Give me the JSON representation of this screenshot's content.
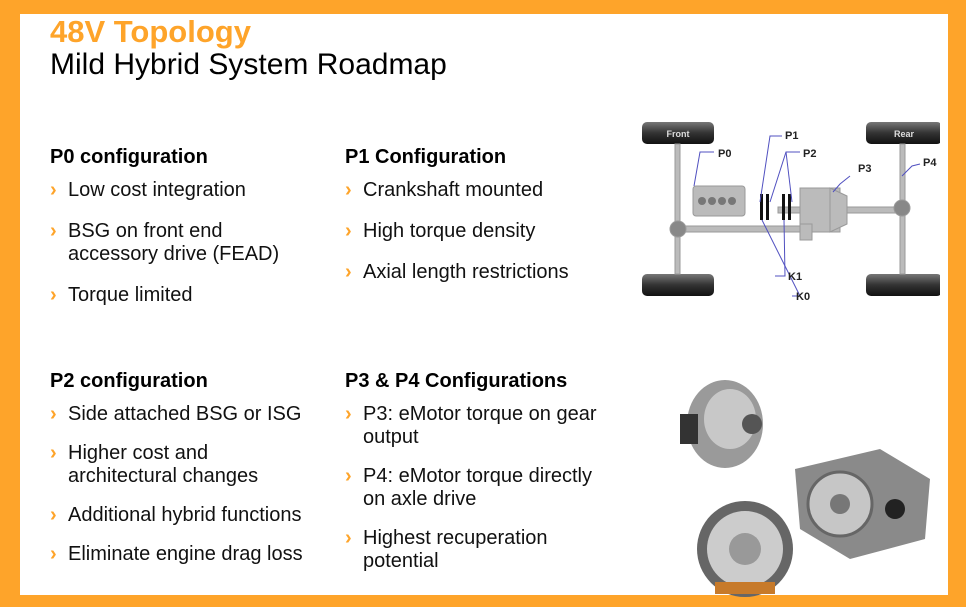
{
  "title": "48V Topology",
  "subtitle": "Mild Hybrid System Roadmap",
  "sections": [
    {
      "heading": "P0 configuration",
      "bullets": [
        "Low cost integration",
        "BSG on front end accessory drive (FEAD)",
        "Torque limited"
      ]
    },
    {
      "heading": "P1 Configuration",
      "bullets": [
        "Crankshaft mounted",
        "High torque density",
        "Axial length restrictions"
      ]
    },
    {
      "heading": "P2 configuration",
      "bullets": [
        "Side attached BSG or ISG",
        "Higher cost and architectural changes",
        "Additional hybrid functions",
        "Eliminate engine drag loss"
      ]
    },
    {
      "heading": "P3 & P4 Configurations",
      "bullets": [
        "P3: eMotor torque on gear output",
        "P4: eMotor torque directly on axle drive",
        "Highest recuperation potential"
      ]
    }
  ],
  "bullet_glyph": "›",
  "diagram": {
    "front": "Front",
    "rear": "Rear",
    "labels": [
      "P0",
      "P1",
      "P2",
      "P3",
      "P4",
      "K0",
      "K1"
    ]
  },
  "colors": {
    "accent": "#FEA42A"
  }
}
